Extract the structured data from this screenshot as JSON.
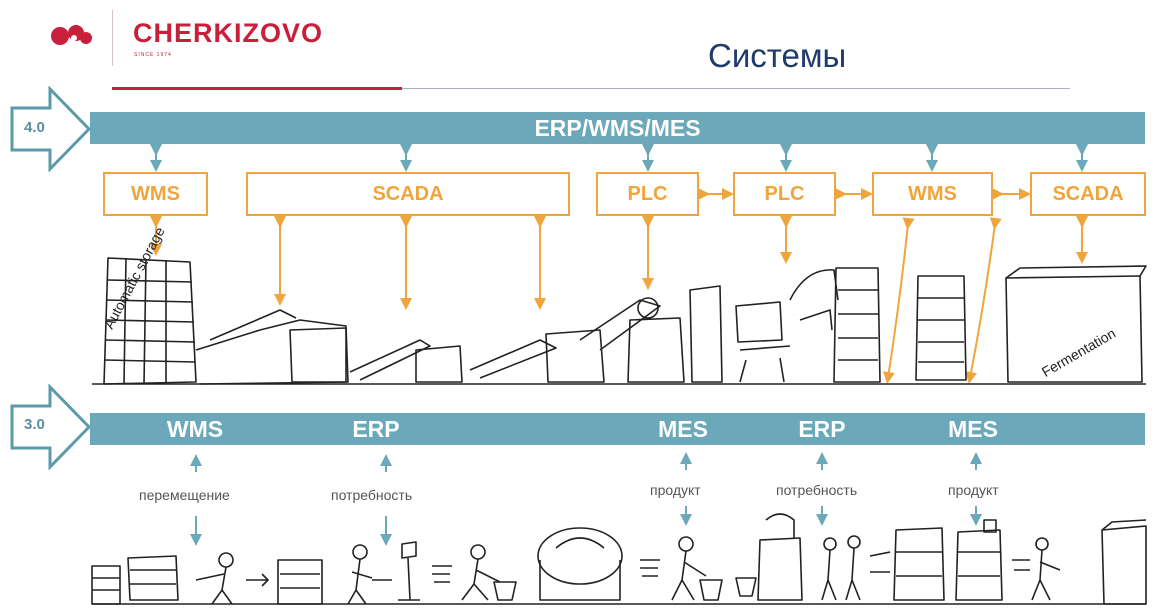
{
  "header": {
    "brand": "CHERKIZOVO",
    "since": "SINCE 1974",
    "title": "Системы"
  },
  "level40": {
    "label": "4.0",
    "bar_label": "ERP/WMS/MES",
    "boxes": [
      "WMS",
      "SCADA",
      "PLC",
      "PLC",
      "WMS",
      "SCADA"
    ],
    "sketch_text": [
      "Automatic storage",
      "Fermentation"
    ]
  },
  "level30": {
    "label": "3.0",
    "bar_labels": [
      "WMS",
      "ERP",
      "MES",
      "ERP",
      "MES"
    ],
    "notes": [
      "перемещение",
      "потребность",
      "продукт",
      "потребность",
      "продукт"
    ]
  },
  "colors": {
    "accent_red": "#c8203a",
    "bar_blue": "#6ba8ba",
    "box_orange": "#f0a53c",
    "title_navy": "#1e3b6b"
  }
}
